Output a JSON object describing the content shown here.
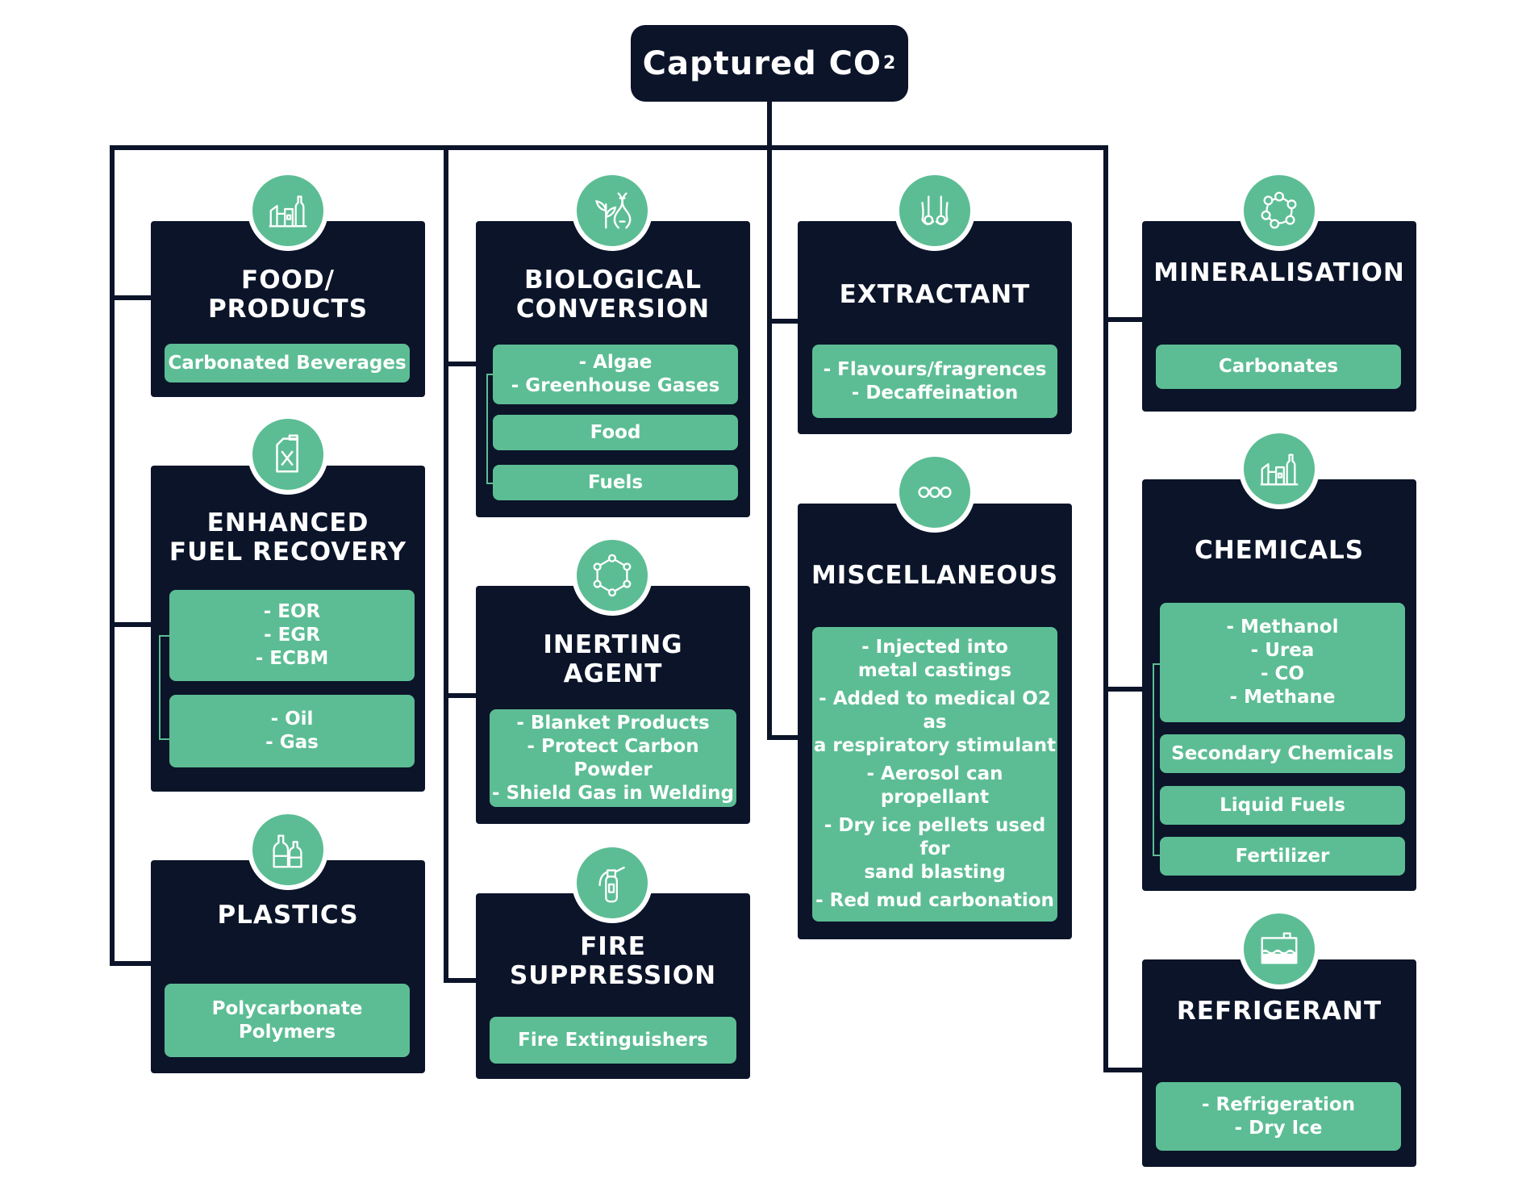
{
  "root": {
    "label": "Captured CO",
    "subscript": "2"
  },
  "colors": {
    "navy": "#0b1429",
    "green": "#5cbd94",
    "white": "#ffffff"
  },
  "categories": {
    "food": {
      "title": "FOOD/\nPRODUCTS",
      "icon": "food-products-icon",
      "items": [
        "Carbonated Beverages"
      ]
    },
    "efr": {
      "title": "ENHANCED\nFUEL RECOVERY",
      "icon": "fuel-can-icon",
      "items": [
        "- EOR\n- EGR\n- ECBM",
        "- Oil\n- Gas"
      ]
    },
    "plastics": {
      "title": "PLASTICS",
      "icon": "plastic-bottles-icon",
      "items": [
        "Polycarbonate\nPolymers"
      ]
    },
    "bio": {
      "title": "BIOLOGICAL\nCONVERSION",
      "icon": "plant-dna-icon",
      "items": [
        "- Algae\n- Greenhouse Gases",
        "Food",
        "Fuels"
      ]
    },
    "inerting": {
      "title": "INERTING\nAGENT",
      "icon": "molecule-ring-icon",
      "items": [
        "- Blanket Products\n- Protect Carbon Powder\n- Shield Gas in Welding"
      ]
    },
    "fire": {
      "title": "FIRE\nSUPPRESSION",
      "icon": "fire-extinguisher-icon",
      "items": [
        "Fire Extinguishers"
      ]
    },
    "extractant": {
      "title": "EXTRACTANT",
      "icon": "extraction-icon",
      "items": [
        "- Flavours/fragrences\n- Decaffeination"
      ]
    },
    "misc": {
      "title": "MISCELLANEOUS",
      "icon": "three-dots-icon",
      "items": [
        "- Injected into\nmetal castings",
        "- Added to medical O2 as\na respiratory stimulant",
        "- Aerosol can propellant",
        "- Dry ice pellets used for\nsand blasting",
        "- Red mud carbonation"
      ]
    },
    "mineral": {
      "title": "MINERALISATION",
      "icon": "mineral-ring-icon",
      "items": [
        "Carbonates"
      ]
    },
    "chemicals": {
      "title": "CHEMICALS",
      "icon": "factory-icon",
      "items": [
        "- Methanol\n- Urea\n- CO\n- Methane",
        "Secondary Chemicals",
        "Liquid Fuels",
        "Fertilizer"
      ]
    },
    "refrigerant": {
      "title": "REFRIGERANT",
      "icon": "refrigeration-tank-icon",
      "items": [
        "- Refrigeration\n- Dry Ice"
      ]
    }
  }
}
